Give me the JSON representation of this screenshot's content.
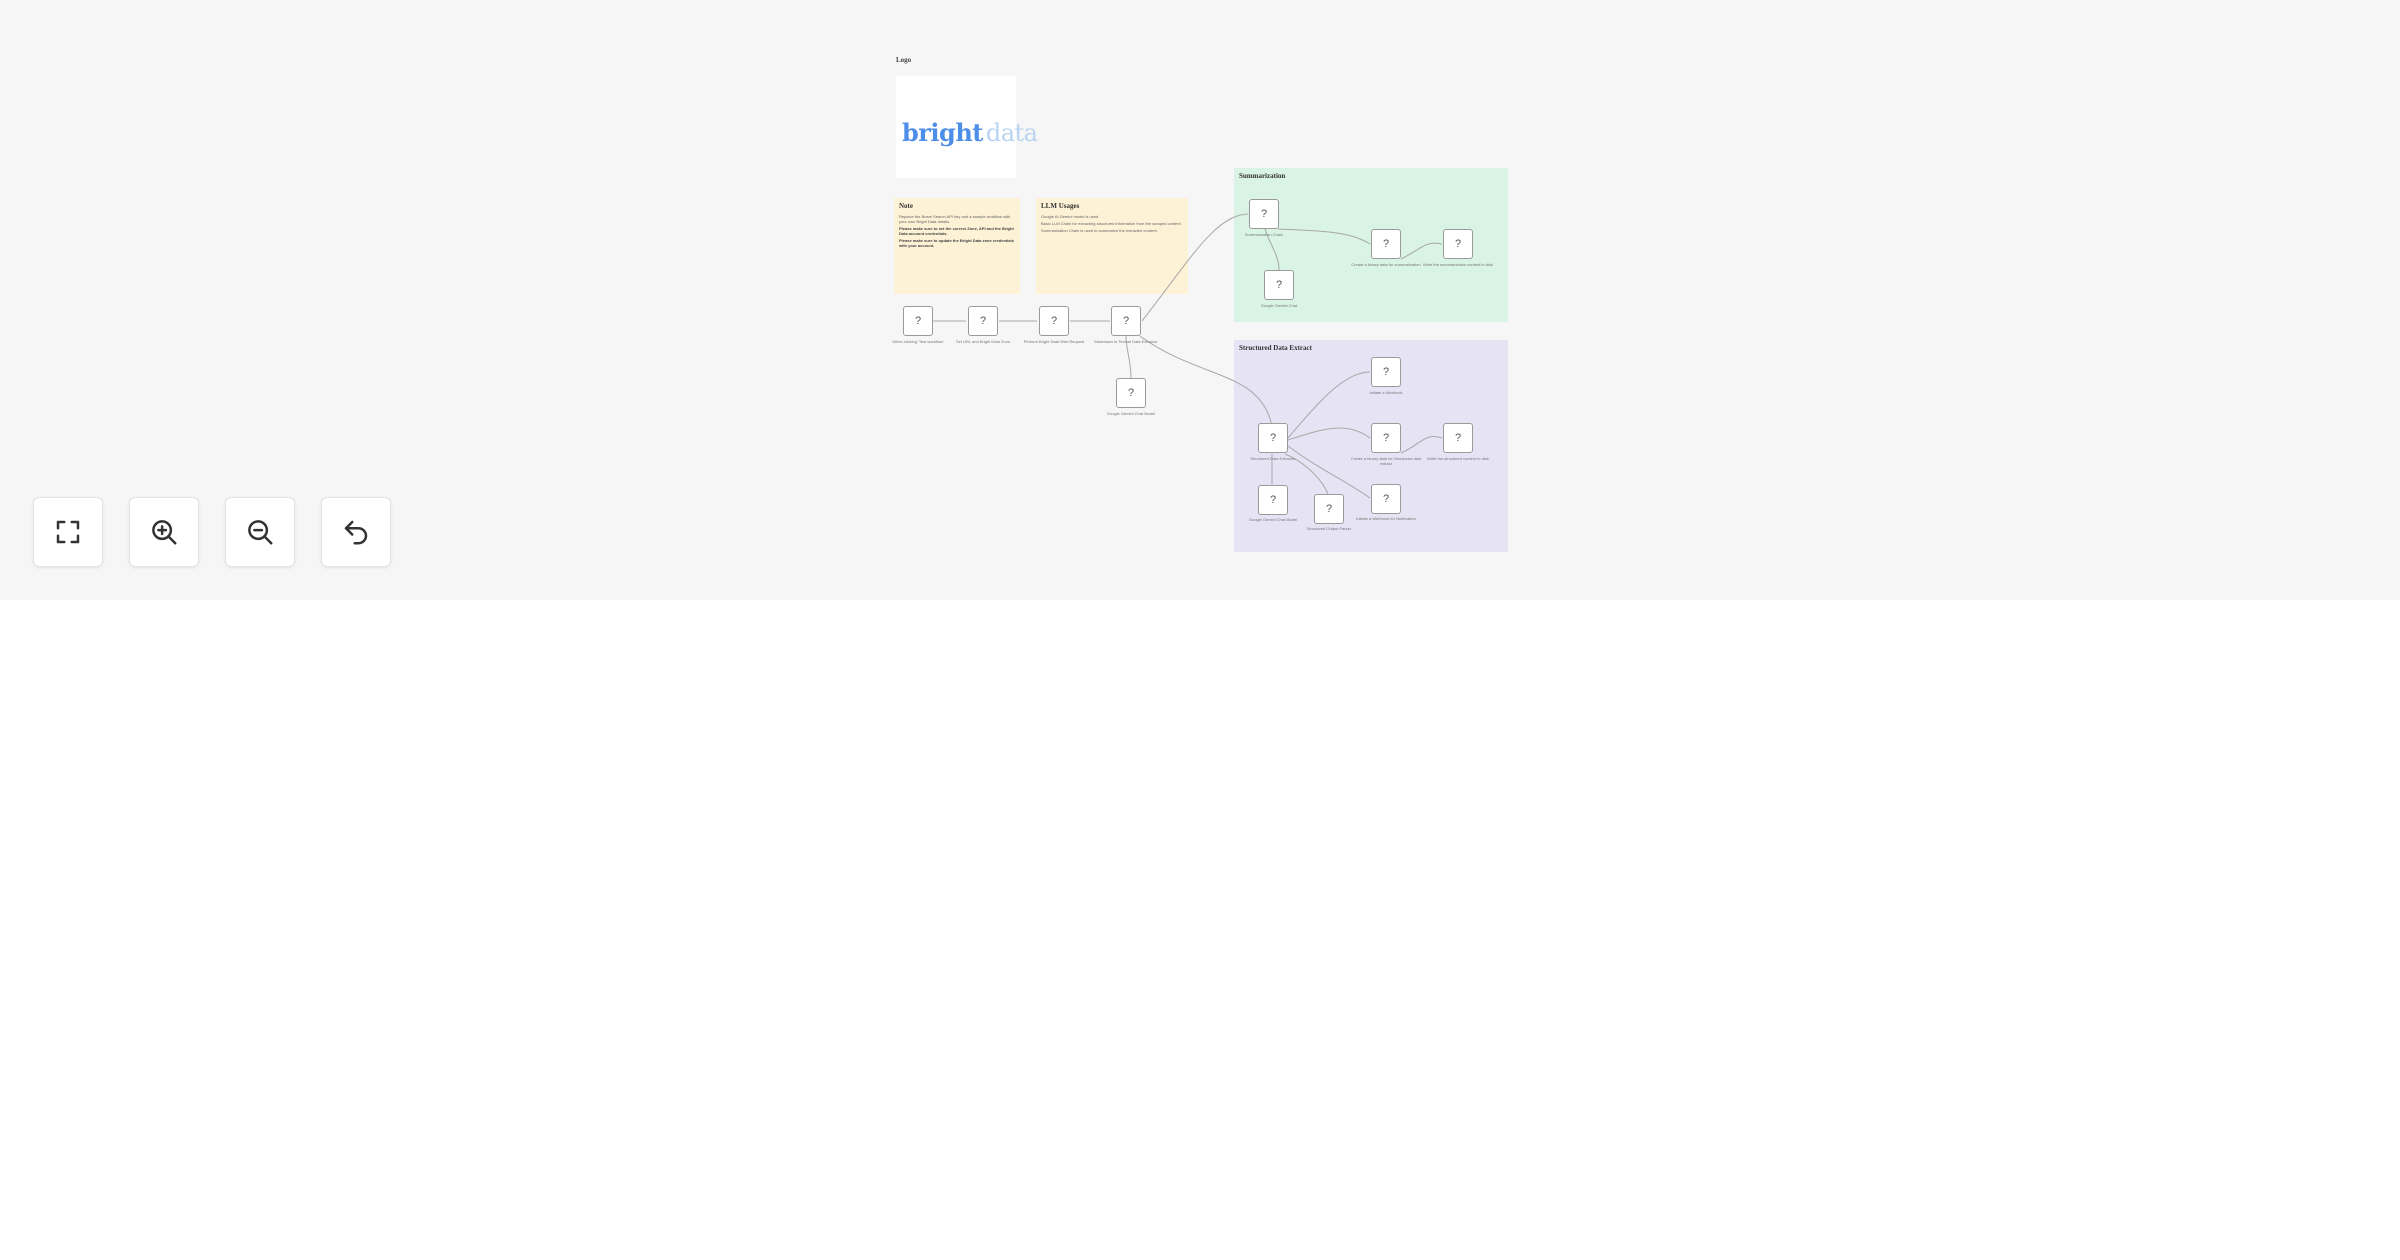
{
  "logo": {
    "label": "Logo",
    "text_primary": "bright",
    "text_secondary": "data"
  },
  "notes": {
    "note": {
      "title": "Note",
      "lines": [
        "Replace the Brave Search API key and a sample workflow with your own Bright Data details.",
        "Please make sure to set the correct Zone, API and the Bright Data account credentials.",
        "Please make sure to update the Bright Data zone credentials with your account."
      ]
    },
    "llm": {
      "title": "LLM Usages",
      "lines": [
        "Google AI Gemini model is used.",
        "Basic LLM Chain for extracting structured information from the scraped content.",
        "Summarization Chain is used to summarize the extracted content."
      ]
    },
    "summarization": {
      "title": "Summarization"
    },
    "structured": {
      "title": "Structured Data Extract"
    }
  },
  "nodes": [
    {
      "id": "n1",
      "label": "When clicking 'Test workflow'"
    },
    {
      "id": "n2",
      "label": "Set URL and Bright Data Zone"
    },
    {
      "id": "n3",
      "label": "Perform Bright Data Web Request"
    },
    {
      "id": "n4",
      "label": "Markdown to Textual Data Extractor"
    },
    {
      "id": "n5",
      "label": "Google Gemini Chat Model"
    },
    {
      "id": "n6",
      "label": "Summarization Chain"
    },
    {
      "id": "n7",
      "label": "Create a binary data for summarization"
    },
    {
      "id": "n8",
      "label": "Write the summarization content to disk"
    },
    {
      "id": "n9",
      "label": "Google Gemini Chat"
    },
    {
      "id": "n10",
      "label": "Initiate a Webhook"
    },
    {
      "id": "n11",
      "label": "Structured Data Extractor"
    },
    {
      "id": "n12",
      "label": "Create a binary data for Structured data extract"
    },
    {
      "id": "n13",
      "label": "Write the structured content to disk"
    },
    {
      "id": "n14",
      "label": "Google Gemini Chat Model"
    },
    {
      "id": "n15",
      "label": "Structured Output Parser"
    },
    {
      "id": "n16",
      "label": "Initiate a Webhook for Notification"
    }
  ],
  "node_icon": "?",
  "controls": {
    "fit": "fit-view-icon",
    "zoom_in": "zoom-in-icon",
    "zoom_out": "zoom-out-icon",
    "reset": "undo-icon"
  }
}
